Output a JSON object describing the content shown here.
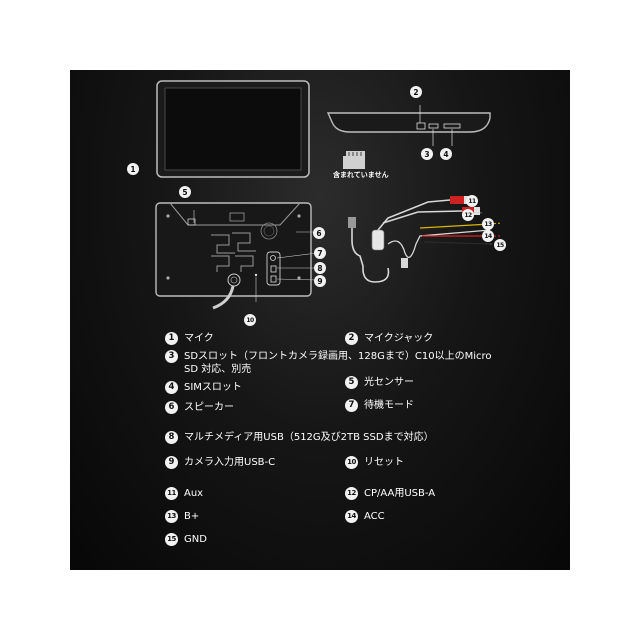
{
  "caption_not_included": "含まれていません",
  "callout_numbers": [
    "1",
    "2",
    "3",
    "4",
    "5",
    "6",
    "7",
    "8",
    "9",
    "10",
    "11",
    "12",
    "13",
    "14",
    "15"
  ],
  "legend": [
    {
      "num": "1",
      "label": "マイク"
    },
    {
      "num": "2",
      "label": "マイクジャック"
    },
    {
      "num": "3",
      "label": "SDスロット（フロントカメラ録画用、128Gまで）C10以上のMicro SD 対応、別売"
    },
    {
      "num": "4",
      "label": "SIMスロット"
    },
    {
      "num": "5",
      "label": "光センサー"
    },
    {
      "num": "6",
      "label": "スピーカー"
    },
    {
      "num": "7",
      "label": "待機モード"
    },
    {
      "num": "8",
      "label": "マルチメディア用USB（512G及び2TB SSDまで対応）"
    },
    {
      "num": "9",
      "label": "カメラ入力用USB-C"
    },
    {
      "num": "10",
      "label": "リセット"
    },
    {
      "num": "11",
      "label": "Aux"
    },
    {
      "num": "12",
      "label": "CP/AA用USB-A"
    },
    {
      "num": "13",
      "label": "B+"
    },
    {
      "num": "14",
      "label": "ACC"
    },
    {
      "num": "15",
      "label": "GND"
    }
  ]
}
